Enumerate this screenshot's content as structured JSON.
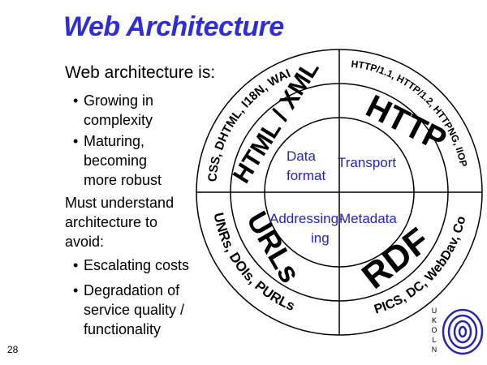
{
  "title": "Web Architecture",
  "intro": "Web architecture is:",
  "bullets_top": [
    "Growing in complexity",
    "Maturing, becoming more robust"
  ],
  "must_text": "Must understand architecture to avoid:",
  "bullets_bottom": [
    "Escalating costs",
    "Degradation of service quality / functionality"
  ],
  "slide_number": "28",
  "diagram": {
    "inner_labels": {
      "data_format": "Data format",
      "transport": "Transport",
      "addressing": "Addressing",
      "metadata": "Metadata"
    },
    "middle_labels": {
      "html_xml": "HTML / XML",
      "http": "HTTP",
      "urls": "URLs",
      "rdf": "RDF"
    },
    "outer_labels": {
      "top_left": "CSS, DHTML, I18N, WAI",
      "top_right": "HTTP/1.1, HTTP/1.2, HTTPNG, IIOP",
      "bottom_left": "UNRs, DOIs, PURLs",
      "bottom_right": "PICS, DC, WebDav, Collections"
    },
    "inner_color": "#2323c8"
  },
  "logo": {
    "name": "ukoln-logo",
    "letters": "UKOLN"
  }
}
